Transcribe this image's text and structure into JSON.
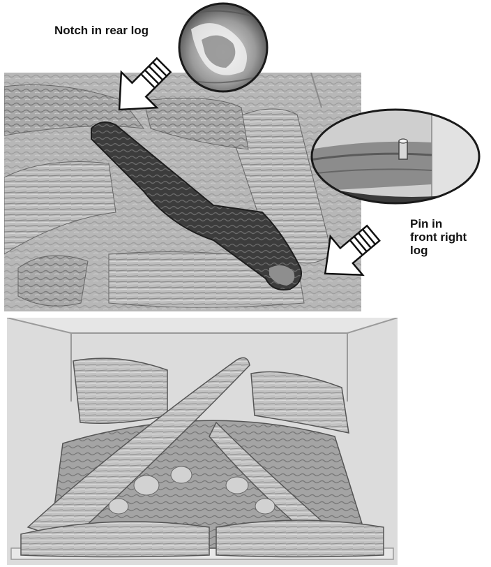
{
  "callouts": {
    "notch": "Notch in rear log",
    "pin_lines": [
      "Pin in",
      "front right",
      "log"
    ]
  },
  "colors": {
    "background": "#ffffff",
    "photo_gray": "#b8b8b8",
    "dark_log": "#3a3a3a",
    "light_log": "#a6a6a6",
    "arrow_fill": "#ffffff",
    "outline": "#222222"
  }
}
